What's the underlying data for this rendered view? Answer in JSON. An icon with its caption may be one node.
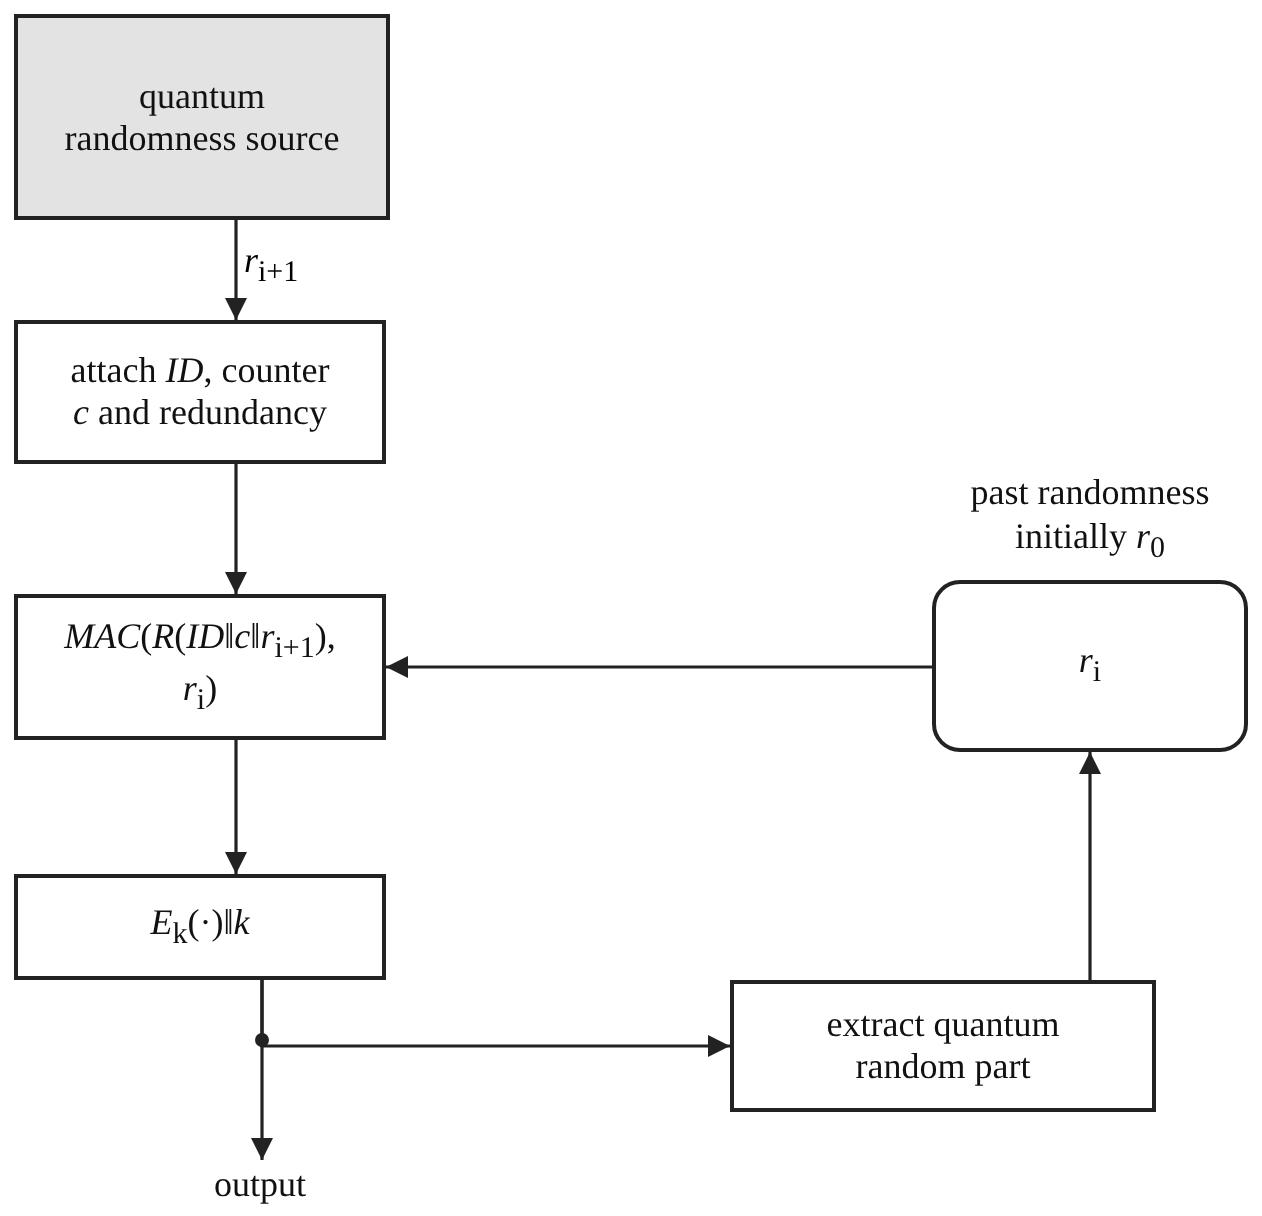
{
  "diagram": {
    "nodes": [
      {
        "text": [
          "quantum randomness source"
        ]
      },
      {
        "text": [
          "attach *ID*, counter *c* and redundancy"
        ]
      },
      {
        "text": [
          "*MAC*(*R*(*ID*‖*c*‖*r*$_{i+1}$), *r*$_{i}$)"
        ]
      },
      {
        "text": [
          "*E*$_{k}$(·)‖*k*"
        ]
      },
      {
        "text": [
          "extract quantum random part"
        ]
      },
      {
        "text": [
          "past randomness initially *r*$_{0}$",
          "*r*$_{i}$"
        ]
      },
      {
        "text": [
          "output"
        ]
      }
    ],
    "edges": [
      {
        "from": 0,
        "to": 1,
        "arrow": "to",
        "label": "*r*$_{i+1}$"
      },
      {
        "from": 1,
        "to": 2,
        "arrow": "to"
      },
      {
        "from": 2,
        "to": 3,
        "arrow": "to"
      },
      {
        "from": 3,
        "to": 6,
        "arrow": "to"
      },
      {
        "from": 3,
        "to": 4,
        "arrow": "to"
      },
      {
        "from": 4,
        "to": 5,
        "arrow": "to"
      },
      {
        "from": 5,
        "to": 2,
        "arrow": "to"
      }
    ]
  }
}
